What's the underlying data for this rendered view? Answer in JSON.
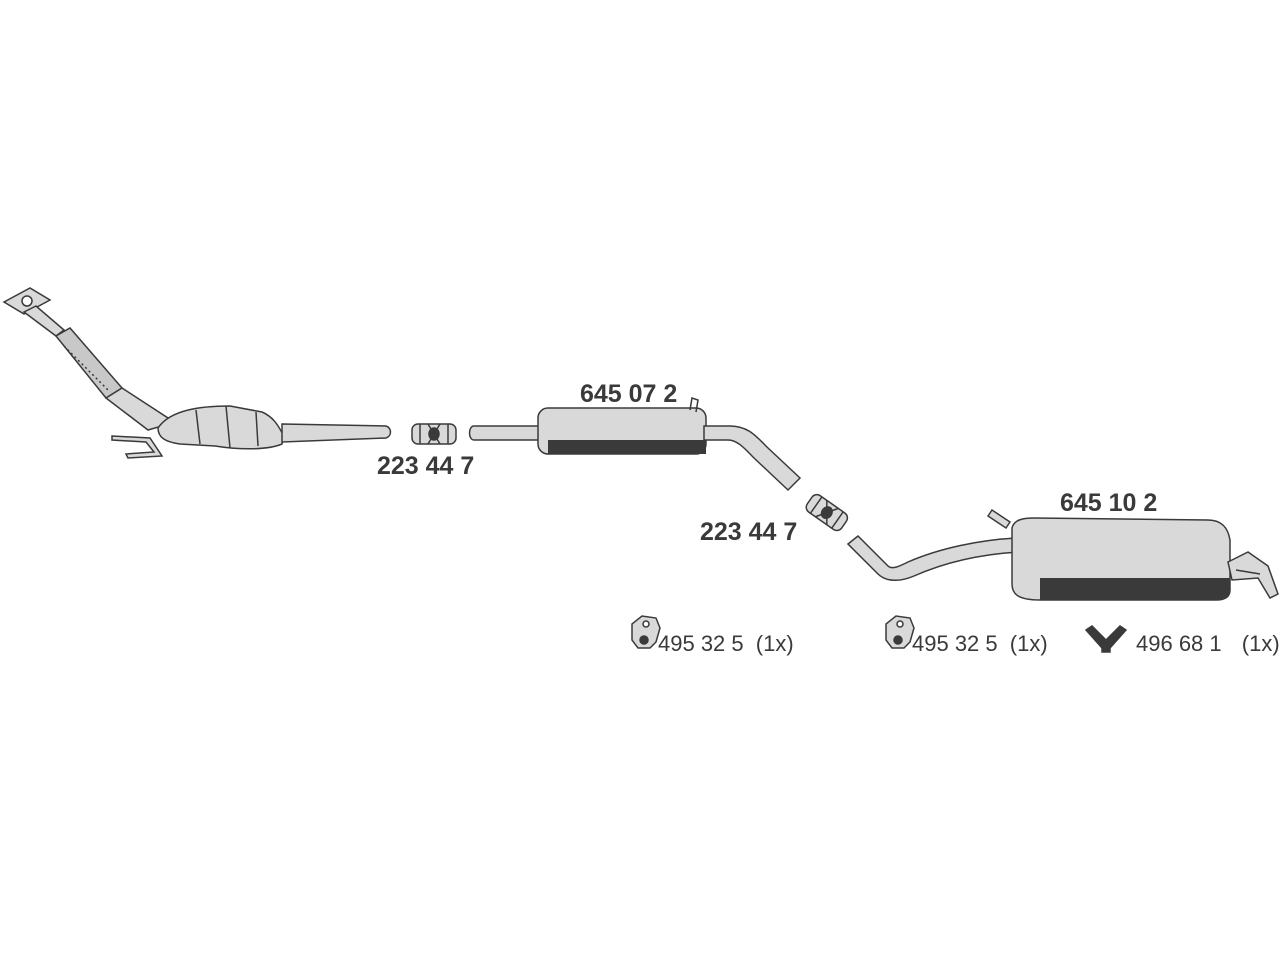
{
  "parts": {
    "connector_1": "223 44 7",
    "middle_silencer": "645 07 2",
    "connector_2": "223 44 7",
    "rear_silencer": "645 10 2"
  },
  "accessories": [
    {
      "number": "495 32 5",
      "qty": "(1x)",
      "icon": "rubber-hanger-icon"
    },
    {
      "number": "495 32 5",
      "qty": "(1x)",
      "icon": "rubber-hanger-icon"
    },
    {
      "number": "496 68 1",
      "qty": "(1x)",
      "icon": "y-hanger-icon"
    }
  ],
  "colors": {
    "outline": "#3a3a3a",
    "fill": "#d9d9d9",
    "shadow": "#3a3a3a",
    "text": "#3a3a3a"
  }
}
